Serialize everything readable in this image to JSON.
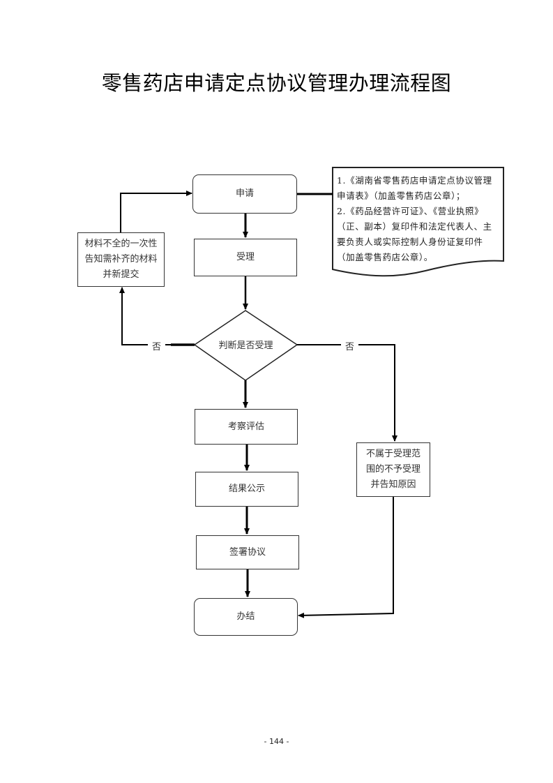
{
  "title": "零售药店申请定点协议管理办理流程图",
  "nodes": {
    "apply": "申请",
    "accept": "受理",
    "decision": "判断是否受理",
    "evaluate": "考察评估",
    "publicize": "结果公示",
    "sign": "签署协议",
    "finish": "办结",
    "incomplete": [
      "材料不全的一次性",
      "告知需补齐的材料",
      "并新提交"
    ],
    "reject": [
      "不属于受理范",
      "围的不予受理",
      "并告知原因"
    ]
  },
  "edge_labels": {
    "left_no": "否",
    "right_no": "否"
  },
  "documents": {
    "lines": [
      "1.《湖南省零售药店申请定点协议管理",
      "申请表》（加盖零售药店公章）；",
      "2.《药品经营许可证》、《营业执照》",
      "（正、副本）复印件和法定代表人、主",
      "要负责人或实际控制人身份证复印件",
      "（加盖零售药店公章）。"
    ]
  },
  "page_number": "- 144 -"
}
